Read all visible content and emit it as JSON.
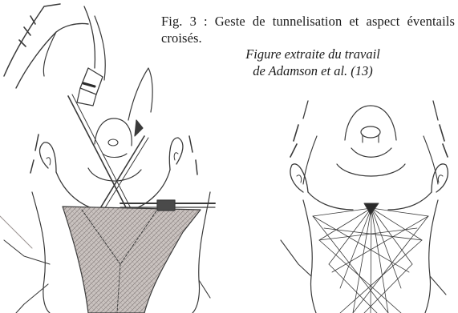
{
  "figure": {
    "caption": "Fig. 3 : Geste de tunnelisation et aspect éventails croisés.",
    "credit_line_1": "Figure extraite du travail",
    "credit_line_2": "de Adamson et al. (13)"
  },
  "colors": {
    "ink": "#3a3a3a",
    "shading": "#b8b0ae",
    "skin": "#f4efec"
  }
}
